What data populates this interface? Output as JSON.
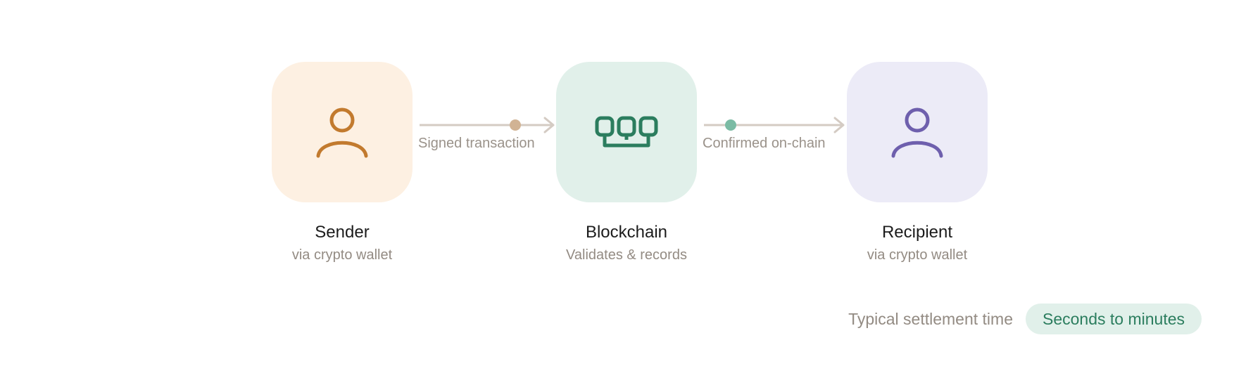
{
  "nodes": {
    "sender": {
      "title": "Sender",
      "subtitle": "via crypto wallet",
      "icon": "person-icon",
      "color": "#c27a2e",
      "bg": "#fdf0e2"
    },
    "blockchain": {
      "title": "Blockchain",
      "subtitle": "Validates & records",
      "icon": "blocks-icon",
      "color": "#2b7d5e",
      "bg": "#e1f0ea"
    },
    "recipient": {
      "title": "Recipient",
      "subtitle": "via crypto wallet",
      "icon": "person-icon",
      "color": "#6e5fad",
      "bg": "#ecebf7"
    }
  },
  "connectors": [
    {
      "label": "Signed transaction",
      "dot_color": "#d1b394",
      "line_color": "#d4cbc3"
    },
    {
      "label": "Confirmed on-chain",
      "dot_color": "#7bbba4",
      "line_color": "#d4cbc3"
    }
  ],
  "settlement": {
    "label": "Typical settlement time",
    "value": "Seconds to minutes",
    "badge_bg": "#e1f0ea",
    "badge_color": "#2b7d5e"
  }
}
